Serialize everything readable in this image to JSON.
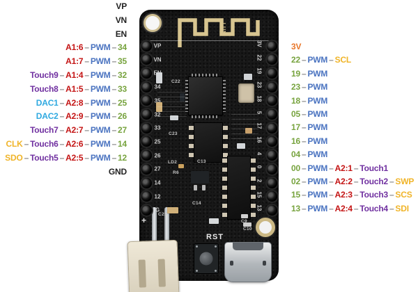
{
  "palette": {
    "red": "#c41414",
    "blue": "#4a73c0",
    "green": "#77a33e",
    "purple": "#7030a0",
    "cyan": "#2fa9e0",
    "orange": "#e8762a",
    "yellow": "#f0b428",
    "black": "#222222",
    "dash": "#8b8b8b",
    "silk": "#cfcfcf",
    "gold": "#d8c590"
  },
  "left_pins": [
    {
      "tokens": [
        {
          "text": "VP",
          "color": "black"
        }
      ]
    },
    {
      "tokens": [
        {
          "text": "VN",
          "color": "black"
        }
      ]
    },
    {
      "tokens": [
        {
          "text": "EN",
          "color": "black"
        }
      ]
    },
    {
      "tokens": [
        {
          "text": "A1:6",
          "color": "red"
        },
        {
          "text": "PWM",
          "color": "blue"
        },
        {
          "text": "34",
          "color": "green"
        }
      ]
    },
    {
      "tokens": [
        {
          "text": "A1:7",
          "color": "red"
        },
        {
          "text": "PWM",
          "color": "blue"
        },
        {
          "text": "35",
          "color": "green"
        }
      ]
    },
    {
      "tokens": [
        {
          "text": "Touch9",
          "color": "purple"
        },
        {
          "text": "A1:4",
          "color": "red"
        },
        {
          "text": "PWM",
          "color": "blue"
        },
        {
          "text": "32",
          "color": "green"
        }
      ]
    },
    {
      "tokens": [
        {
          "text": "Touch8",
          "color": "purple"
        },
        {
          "text": "A1:5",
          "color": "red"
        },
        {
          "text": "PWM",
          "color": "blue"
        },
        {
          "text": "33",
          "color": "green"
        }
      ]
    },
    {
      "tokens": [
        {
          "text": "DAC1",
          "color": "cyan"
        },
        {
          "text": "A2:8",
          "color": "red"
        },
        {
          "text": "PWM",
          "color": "blue"
        },
        {
          "text": "25",
          "color": "green"
        }
      ]
    },
    {
      "tokens": [
        {
          "text": "DAC2",
          "color": "cyan"
        },
        {
          "text": "A2:9",
          "color": "red"
        },
        {
          "text": "PWM",
          "color": "blue"
        },
        {
          "text": "26",
          "color": "green"
        }
      ]
    },
    {
      "tokens": [
        {
          "text": "Touch7",
          "color": "purple"
        },
        {
          "text": "A2:7",
          "color": "red"
        },
        {
          "text": "PWM",
          "color": "blue"
        },
        {
          "text": "27",
          "color": "green"
        }
      ]
    },
    {
      "tokens": [
        {
          "text": "CLK",
          "color": "yellow"
        },
        {
          "text": "Touch6",
          "color": "purple"
        },
        {
          "text": "A2:6",
          "color": "red"
        },
        {
          "text": "PWM",
          "color": "blue"
        },
        {
          "text": "14",
          "color": "green"
        }
      ]
    },
    {
      "tokens": [
        {
          "text": "SDO",
          "color": "yellow"
        },
        {
          "text": "Touch5",
          "color": "purple"
        },
        {
          "text": "A2:5",
          "color": "red"
        },
        {
          "text": "PWM",
          "color": "blue"
        },
        {
          "text": "12",
          "color": "green"
        }
      ]
    },
    {
      "tokens": [
        {
          "text": "GND",
          "color": "black"
        }
      ]
    }
  ],
  "right_pins": [
    {
      "tokens": [
        {
          "text": "3V",
          "color": "orange"
        }
      ]
    },
    {
      "tokens": [
        {
          "text": "22",
          "color": "green"
        },
        {
          "text": "PWM",
          "color": "blue"
        },
        {
          "text": "SCL",
          "color": "yellow"
        }
      ]
    },
    {
      "tokens": [
        {
          "text": "19",
          "color": "green"
        },
        {
          "text": "PWM",
          "color": "blue"
        }
      ]
    },
    {
      "tokens": [
        {
          "text": "23",
          "color": "green"
        },
        {
          "text": "PWM",
          "color": "blue"
        }
      ]
    },
    {
      "tokens": [
        {
          "text": "18",
          "color": "green"
        },
        {
          "text": "PWM",
          "color": "blue"
        }
      ]
    },
    {
      "tokens": [
        {
          "text": "05",
          "color": "green"
        },
        {
          "text": "PWM",
          "color": "blue"
        }
      ]
    },
    {
      "tokens": [
        {
          "text": "17",
          "color": "green"
        },
        {
          "text": "PWM",
          "color": "blue"
        }
      ]
    },
    {
      "tokens": [
        {
          "text": "16",
          "color": "green"
        },
        {
          "text": "PWM",
          "color": "blue"
        }
      ]
    },
    {
      "tokens": [
        {
          "text": "04",
          "color": "green"
        },
        {
          "text": "PWM",
          "color": "blue"
        }
      ]
    },
    {
      "tokens": [
        {
          "text": "00",
          "color": "green"
        },
        {
          "text": "PWM",
          "color": "blue"
        },
        {
          "text": "A2:1",
          "color": "red"
        },
        {
          "text": "Touch1",
          "color": "purple"
        }
      ]
    },
    {
      "tokens": [
        {
          "text": "02",
          "color": "green"
        },
        {
          "text": "PWM",
          "color": "blue"
        },
        {
          "text": "A2:2",
          "color": "red"
        },
        {
          "text": "Touch2",
          "color": "purple"
        },
        {
          "text": "SWP",
          "color": "yellow"
        }
      ]
    },
    {
      "tokens": [
        {
          "text": "15",
          "color": "green"
        },
        {
          "text": "PWM",
          "color": "blue"
        },
        {
          "text": "A2:3",
          "color": "red"
        },
        {
          "text": "Touch3",
          "color": "purple"
        },
        {
          "text": "SCS",
          "color": "yellow"
        }
      ]
    },
    {
      "tokens": [
        {
          "text": "13",
          "color": "green"
        },
        {
          "text": "PWM",
          "color": "blue"
        },
        {
          "text": "A2:4",
          "color": "red"
        },
        {
          "text": "Touch4",
          "color": "purple"
        },
        {
          "text": "SDI",
          "color": "yellow"
        }
      ]
    }
  ],
  "board": {
    "silk_left": [
      "VP",
      "VN",
      "EN",
      "34",
      "35",
      "32",
      "33",
      "25",
      "26",
      "27",
      "14",
      "12",
      "G"
    ],
    "silk_right": [
      "3V",
      "22",
      "19",
      "23",
      "18",
      "5",
      "17",
      "16",
      "4",
      "0",
      "2",
      "15",
      "13"
    ],
    "component_labels": [
      "C22",
      "C23",
      "LD2",
      "R6",
      "C13",
      "C14",
      "C25",
      "C9",
      "C10"
    ],
    "rst_label": "RST",
    "antenna_mark": "LUN",
    "plus_mark": "+"
  }
}
